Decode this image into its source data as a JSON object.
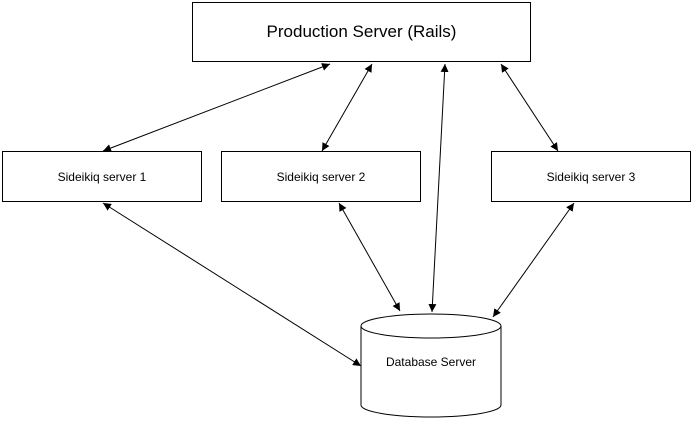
{
  "nodes": {
    "production": {
      "label": "Production Server (Rails)"
    },
    "sidekiq1": {
      "label": "Sideikiq server 1"
    },
    "sidekiq2": {
      "label": "Sideikiq server 2"
    },
    "sidekiq3": {
      "label": "Sideikiq server 3"
    },
    "database": {
      "label": "Database Server"
    }
  },
  "edges": [
    {
      "from": "production",
      "to": "sidekiq1",
      "direction": "both"
    },
    {
      "from": "production",
      "to": "sidekiq2",
      "direction": "both"
    },
    {
      "from": "production",
      "to": "sidekiq3",
      "direction": "both"
    },
    {
      "from": "production",
      "to": "database",
      "direction": "both"
    },
    {
      "from": "sidekiq1",
      "to": "database",
      "direction": "both"
    },
    {
      "from": "sidekiq2",
      "to": "database",
      "direction": "both"
    },
    {
      "from": "sidekiq3",
      "to": "database",
      "direction": "both"
    }
  ],
  "colors": {
    "stroke": "#000000",
    "fill": "#ffffff"
  }
}
